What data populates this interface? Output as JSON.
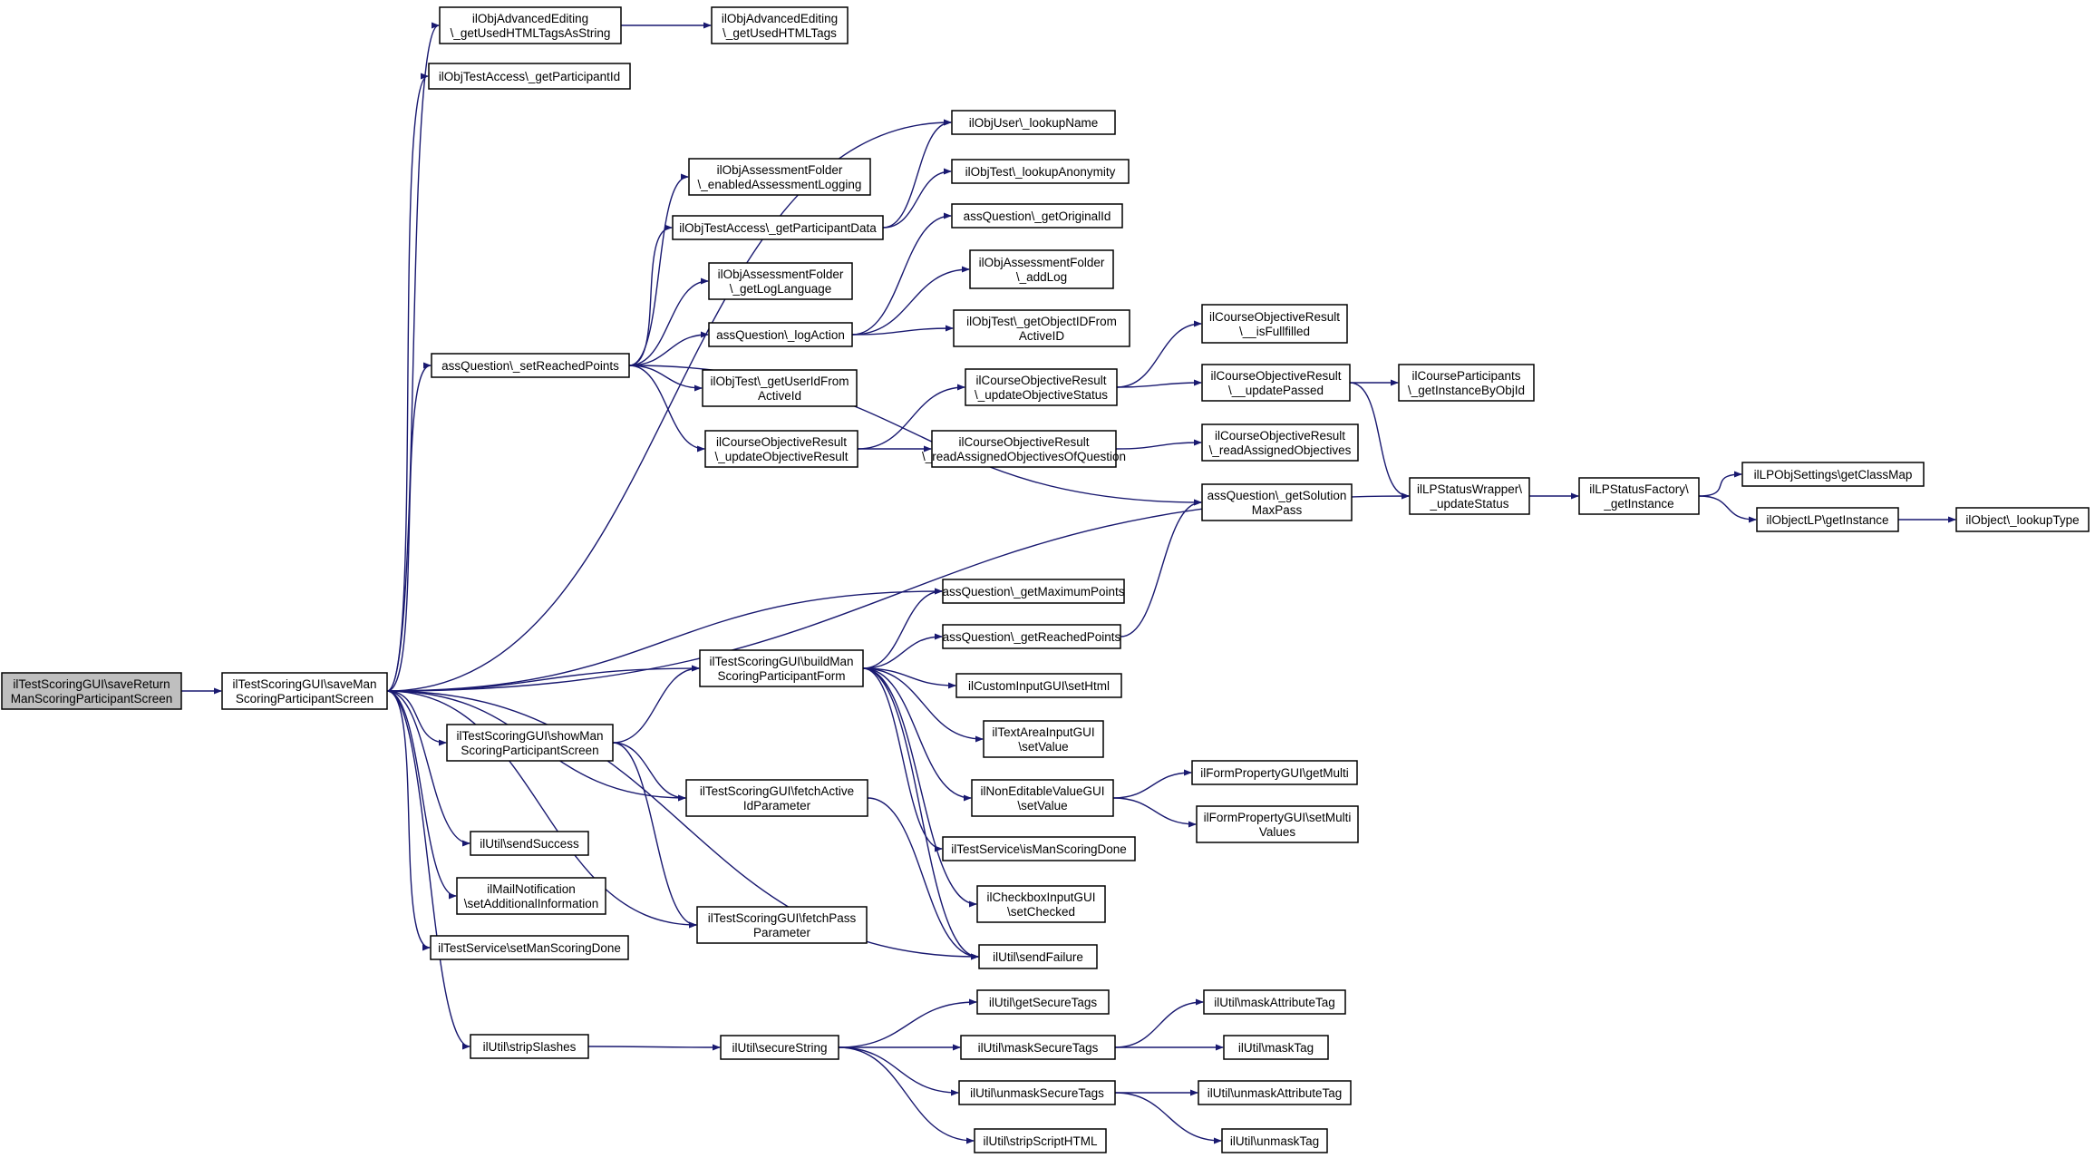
{
  "nodes": [
    {
      "id": "root",
      "lines": [
        "ilTestScoringGUI\\saveReturn",
        "ManScoringParticipantScreen"
      ],
      "root": true
    },
    {
      "id": "saveMan",
      "lines": [
        "ilTestScoringGUI\\saveMan",
        "ScoringParticipantScreen"
      ]
    },
    {
      "id": "getUsedAsString",
      "lines": [
        "ilObjAdvancedEditing",
        "\\_getUsedHTMLTagsAsString"
      ]
    },
    {
      "id": "getUsedTags",
      "lines": [
        "ilObjAdvancedEditing",
        "\\_getUsedHTMLTags"
      ]
    },
    {
      "id": "getParticipantId",
      "lines": [
        "ilObjTestAccess\\_getParticipantId"
      ]
    },
    {
      "id": "lookupName",
      "lines": [
        "ilObjUser\\_lookupName"
      ]
    },
    {
      "id": "enabledLogging",
      "lines": [
        "ilObjAssessmentFolder",
        "\\_enabledAssessmentLogging"
      ]
    },
    {
      "id": "lookupAnonymity",
      "lines": [
        "ilObjTest\\_lookupAnonymity"
      ]
    },
    {
      "id": "getParticipantData",
      "lines": [
        "ilObjTestAccess\\_getParticipantData"
      ]
    },
    {
      "id": "getOriginalId",
      "lines": [
        "assQuestion\\_getOriginalId"
      ]
    },
    {
      "id": "addLog",
      "lines": [
        "ilObjAssessmentFolder",
        "\\_addLog"
      ]
    },
    {
      "id": "getLogLanguage",
      "lines": [
        "ilObjAssessmentFolder",
        "\\_getLogLanguage"
      ]
    },
    {
      "id": "logAction",
      "lines": [
        "assQuestion\\_logAction"
      ]
    },
    {
      "id": "getObjectIDFromActiveID",
      "lines": [
        "ilObjTest\\_getObjectIDFrom",
        "ActiveID"
      ]
    },
    {
      "id": "isFullfilled",
      "lines": [
        "ilCourseObjectiveResult",
        "\\__isFullfilled"
      ]
    },
    {
      "id": "setReachedPoints",
      "lines": [
        "assQuestion\\_setReachedPoints"
      ]
    },
    {
      "id": "getUserIdFromActiveId",
      "lines": [
        "ilObjTest\\_getUserIdFrom",
        "ActiveId"
      ]
    },
    {
      "id": "updateObjectiveStatus",
      "lines": [
        "ilCourseObjectiveResult",
        "\\_updateObjectiveStatus"
      ]
    },
    {
      "id": "updatePassed",
      "lines": [
        "ilCourseObjectiveResult",
        "\\__updatePassed"
      ]
    },
    {
      "id": "getInstanceByObjId",
      "lines": [
        "ilCourseParticipants",
        "\\_getInstanceByObjId"
      ]
    },
    {
      "id": "updateObjectiveResult",
      "lines": [
        "ilCourseObjectiveResult",
        "\\_updateObjectiveResult"
      ]
    },
    {
      "id": "readAssignedOfQuestion",
      "lines": [
        "ilCourseObjectiveResult",
        "\\_readAssignedObjectivesOfQuestion"
      ]
    },
    {
      "id": "readAssigned",
      "lines": [
        "ilCourseObjectiveResult",
        "\\_readAssignedObjectives"
      ]
    },
    {
      "id": "getSolutionMaxPass",
      "lines": [
        "assQuestion\\_getSolution",
        "MaxPass"
      ]
    },
    {
      "id": "updateStatus",
      "lines": [
        "ilLPStatusWrapper\\",
        "_updateStatus"
      ]
    },
    {
      "id": "lpGetInstance",
      "lines": [
        "ilLPStatusFactory\\",
        "_getInstance"
      ]
    },
    {
      "id": "getClassMap",
      "lines": [
        "ilLPObjSettings\\getClassMap"
      ]
    },
    {
      "id": "objectLPGetInstance",
      "lines": [
        "ilObjectLP\\getInstance"
      ]
    },
    {
      "id": "lookupType",
      "lines": [
        "ilObject\\_lookupType"
      ]
    },
    {
      "id": "getMaximumPoints",
      "lines": [
        "assQuestion\\_getMaximumPoints"
      ]
    },
    {
      "id": "getReachedPoints",
      "lines": [
        "assQuestion\\_getReachedPoints"
      ]
    },
    {
      "id": "buildForm",
      "lines": [
        "ilTestScoringGUI\\buildMan",
        "ScoringParticipantForm"
      ]
    },
    {
      "id": "setHtml",
      "lines": [
        "ilCustomInputGUI\\setHtml"
      ]
    },
    {
      "id": "textAreaSetValue",
      "lines": [
        "ilTextAreaInputGUI",
        "\\setValue"
      ]
    },
    {
      "id": "showScreen",
      "lines": [
        "ilTestScoringGUI\\showMan",
        "ScoringParticipantScreen"
      ]
    },
    {
      "id": "nonEditableSetValue",
      "lines": [
        "ilNonEditableValueGUI",
        "\\setValue"
      ]
    },
    {
      "id": "getMulti",
      "lines": [
        "ilFormPropertyGUI\\getMulti"
      ]
    },
    {
      "id": "fetchActiveId",
      "lines": [
        "ilTestScoringGUI\\fetchActive",
        "IdParameter"
      ]
    },
    {
      "id": "setMultiValues",
      "lines": [
        "ilFormPropertyGUI\\setMulti",
        "Values"
      ]
    },
    {
      "id": "isManScoringDone",
      "lines": [
        "ilTestService\\isManScoringDone"
      ]
    },
    {
      "id": "sendSuccess",
      "lines": [
        "ilUtil\\sendSuccess"
      ]
    },
    {
      "id": "mailSetAdditional",
      "lines": [
        "ilMailNotification",
        "\\setAdditionalInformation"
      ]
    },
    {
      "id": "checkboxSetChecked",
      "lines": [
        "ilCheckboxInputGUI",
        "\\setChecked"
      ]
    },
    {
      "id": "fetchPass",
      "lines": [
        "ilTestScoringGUI\\fetchPass",
        "Parameter"
      ]
    },
    {
      "id": "setManScoringDone",
      "lines": [
        "ilTestService\\setManScoringDone"
      ]
    },
    {
      "id": "sendFailure",
      "lines": [
        "ilUtil\\sendFailure"
      ]
    },
    {
      "id": "getSecureTags",
      "lines": [
        "ilUtil\\getSecureTags"
      ]
    },
    {
      "id": "maskAttributeTag",
      "lines": [
        "ilUtil\\maskAttributeTag"
      ]
    },
    {
      "id": "stripSlashes",
      "lines": [
        "ilUtil\\stripSlashes"
      ]
    },
    {
      "id": "secureString",
      "lines": [
        "ilUtil\\secureString"
      ]
    },
    {
      "id": "maskSecureTags",
      "lines": [
        "ilUtil\\maskSecureTags"
      ]
    },
    {
      "id": "maskTag",
      "lines": [
        "ilUtil\\maskTag"
      ]
    },
    {
      "id": "unmaskSecureTags",
      "lines": [
        "ilUtil\\unmaskSecureTags"
      ]
    },
    {
      "id": "unmaskAttributeTag",
      "lines": [
        "ilUtil\\unmaskAttributeTag"
      ]
    },
    {
      "id": "stripScriptHTML",
      "lines": [
        "ilUtil\\stripScriptHTML"
      ]
    },
    {
      "id": "unmaskTag",
      "lines": [
        "ilUtil\\unmaskTag"
      ]
    }
  ],
  "edges": [
    [
      "root",
      "saveMan"
    ],
    [
      "saveMan",
      "getUsedAsString"
    ],
    [
      "getUsedAsString",
      "getUsedTags"
    ],
    [
      "saveMan",
      "getParticipantId"
    ],
    [
      "saveMan",
      "lookupName"
    ],
    [
      "saveMan",
      "setReachedPoints"
    ],
    [
      "saveMan",
      "updateStatus"
    ],
    [
      "saveMan",
      "getMaximumPoints"
    ],
    [
      "saveMan",
      "buildForm"
    ],
    [
      "saveMan",
      "showScreen"
    ],
    [
      "saveMan",
      "fetchActiveId"
    ],
    [
      "saveMan",
      "sendSuccess"
    ],
    [
      "saveMan",
      "mailSetAdditional"
    ],
    [
      "saveMan",
      "setManScoringDone"
    ],
    [
      "saveMan",
      "fetchPass"
    ],
    [
      "saveMan",
      "stripSlashes"
    ],
    [
      "saveMan",
      "sendFailure"
    ],
    [
      "setReachedPoints",
      "enabledLogging"
    ],
    [
      "setReachedPoints",
      "getParticipantData"
    ],
    [
      "setReachedPoints",
      "getLogLanguage"
    ],
    [
      "setReachedPoints",
      "logAction"
    ],
    [
      "setReachedPoints",
      "getUserIdFromActiveId"
    ],
    [
      "setReachedPoints",
      "updateObjectiveResult"
    ],
    [
      "setReachedPoints",
      "getSolutionMaxPass"
    ],
    [
      "getParticipantData",
      "lookupName"
    ],
    [
      "getParticipantData",
      "lookupAnonymity"
    ],
    [
      "logAction",
      "getOriginalId"
    ],
    [
      "logAction",
      "addLog"
    ],
    [
      "logAction",
      "getObjectIDFromActiveID"
    ],
    [
      "updateObjectiveResult",
      "updateObjectiveStatus"
    ],
    [
      "updateObjectiveResult",
      "readAssignedOfQuestion"
    ],
    [
      "updateObjectiveStatus",
      "isFullfilled"
    ],
    [
      "updateObjectiveStatus",
      "updatePassed"
    ],
    [
      "updatePassed",
      "getInstanceByObjId"
    ],
    [
      "updatePassed",
      "updateStatus"
    ],
    [
      "readAssignedOfQuestion",
      "readAssigned"
    ],
    [
      "updateStatus",
      "lpGetInstance"
    ],
    [
      "lpGetInstance",
      "getClassMap"
    ],
    [
      "lpGetInstance",
      "objectLPGetInstance"
    ],
    [
      "objectLPGetInstance",
      "lookupType"
    ],
    [
      "buildForm",
      "getMaximumPoints"
    ],
    [
      "buildForm",
      "getReachedPoints"
    ],
    [
      "buildForm",
      "setHtml"
    ],
    [
      "buildForm",
      "textAreaSetValue"
    ],
    [
      "buildForm",
      "nonEditableSetValue"
    ],
    [
      "buildForm",
      "isManScoringDone"
    ],
    [
      "buildForm",
      "checkboxSetChecked"
    ],
    [
      "buildForm",
      "sendFailure"
    ],
    [
      "getReachedPoints",
      "getSolutionMaxPass"
    ],
    [
      "nonEditableSetValue",
      "getMulti"
    ],
    [
      "nonEditableSetValue",
      "setMultiValues"
    ],
    [
      "showScreen",
      "buildForm"
    ],
    [
      "showScreen",
      "fetchActiveId"
    ],
    [
      "showScreen",
      "fetchPass"
    ],
    [
      "fetchActiveId",
      "sendFailure"
    ],
    [
      "stripSlashes",
      "secureString"
    ],
    [
      "secureString",
      "getSecureTags"
    ],
    [
      "secureString",
      "maskSecureTags"
    ],
    [
      "secureString",
      "unmaskSecureTags"
    ],
    [
      "secureString",
      "stripScriptHTML"
    ],
    [
      "maskSecureTags",
      "maskAttributeTag"
    ],
    [
      "maskSecureTags",
      "maskTag"
    ],
    [
      "unmaskSecureTags",
      "unmaskAttributeTag"
    ],
    [
      "unmaskSecureTags",
      "unmaskTag"
    ]
  ]
}
